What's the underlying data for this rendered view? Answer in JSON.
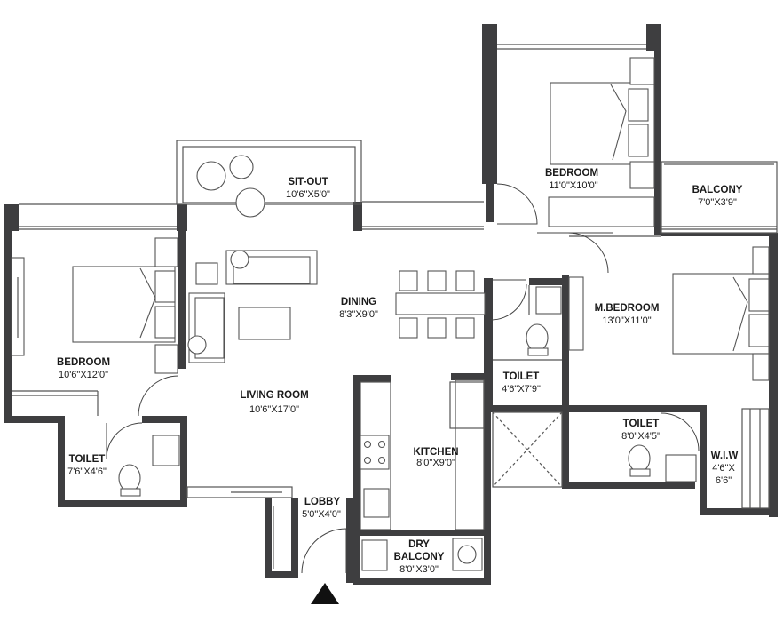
{
  "rooms": {
    "sitout": {
      "name": "SIT-OUT",
      "dim": "10'6\"X5'0\""
    },
    "bedroom_top": {
      "name": "BEDROOM",
      "dim": "11'0\"X10'0\""
    },
    "balcony": {
      "name": "BALCONY",
      "dim": "7'0\"X3'9\""
    },
    "dining": {
      "name": "DINING",
      "dim": "8'3\"X9'0\""
    },
    "mbedroom": {
      "name": "M.BEDROOM",
      "dim": "13'0\"X11'0\""
    },
    "bedroom_left": {
      "name": "BEDROOM",
      "dim": "10'6\"X12'0\""
    },
    "living": {
      "name": "LIVING ROOM",
      "dim": "10'6\"X17'0\""
    },
    "toilet_mid": {
      "name": "TOILET",
      "dim": "4'6\"X7'9\""
    },
    "toilet_right": {
      "name": "TOILET",
      "dim": "8'0\"X4'5\""
    },
    "kitchen": {
      "name": "KITCHEN",
      "dim": "8'0\"X9'0\""
    },
    "toilet_left": {
      "name": "TOILET",
      "dim": "7'6\"X4'6\""
    },
    "wiw": {
      "name": "W.I.W",
      "dim1": "4'6\"X",
      "dim2": "6'6\""
    },
    "lobby": {
      "name": "LOBBY",
      "dim": "5'0\"X4'0\""
    },
    "dry_balcony": {
      "name1": "DRY",
      "name2": "BALCONY",
      "dim": "8'0\"X3'0\""
    }
  },
  "colors": {
    "wall": "#3e3e40",
    "line": "#555555",
    "background": "#ffffff"
  },
  "icons": [
    "entrance-arrow-icon",
    "bed-icon",
    "sofa-icon",
    "chair-icon",
    "wc-icon",
    "washbasin-icon",
    "stove-icon",
    "sink-icon",
    "washing-machine-icon"
  ]
}
